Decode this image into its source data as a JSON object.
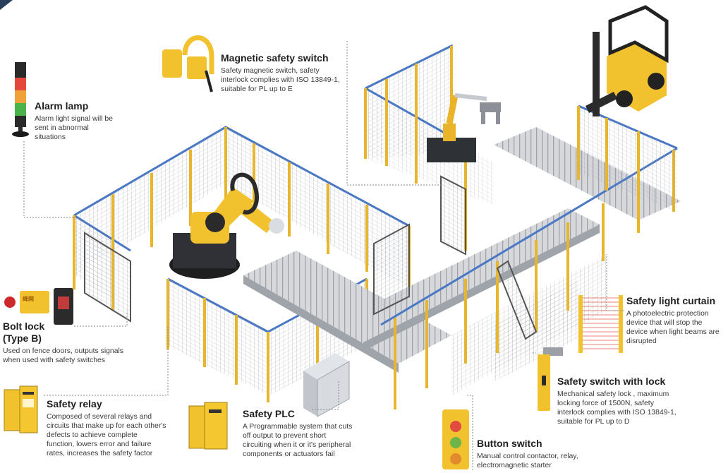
{
  "callouts": {
    "magnetic": {
      "title": "Magnetic safety switch",
      "desc": "Safety magnetic switch, safety interlock complies with ISO 13849-1, suitable for PL up to E"
    },
    "alarm": {
      "title": "Alarm lamp",
      "desc": "Alarm light signal will be sent in abnormal situations"
    },
    "bolt": {
      "title": "Bolt lock (Type B)",
      "desc": "Used on fence doors, outputs signals when used with safety switches",
      "device_label": "绛网"
    },
    "relay": {
      "title": "Safety relay",
      "desc": "Composed of several relays and circuits that make up for each other's defects to achieve complete function, lowers error and failure rates, increases the safety factor"
    },
    "plc": {
      "title": "Safety PLC",
      "desc": "A Programmable system that cuts off output to prevent short circuiting when it or it's peripheral components or actuators fail"
    },
    "button": {
      "title": "Button switch",
      "desc": "Manual control contactor, relay, electromagnetic starter"
    },
    "lock": {
      "title": "Safety switch with lock",
      "desc": "Mechanical safety lock , maximum locking force of 1500N, safety interlock complies with ISO 13849-1, suitable for PL up to D"
    },
    "curtain": {
      "title": "Safety light curtain",
      "desc": "A photoelectric protection device that will stop the device when light beams are disrupted"
    }
  },
  "colors": {
    "fence_post": "#e8b62c",
    "fence_rail": "#4a78c4",
    "robot": "#f2c12e",
    "conveyor": "#c9ccd1",
    "text": "#2d2d2d"
  }
}
